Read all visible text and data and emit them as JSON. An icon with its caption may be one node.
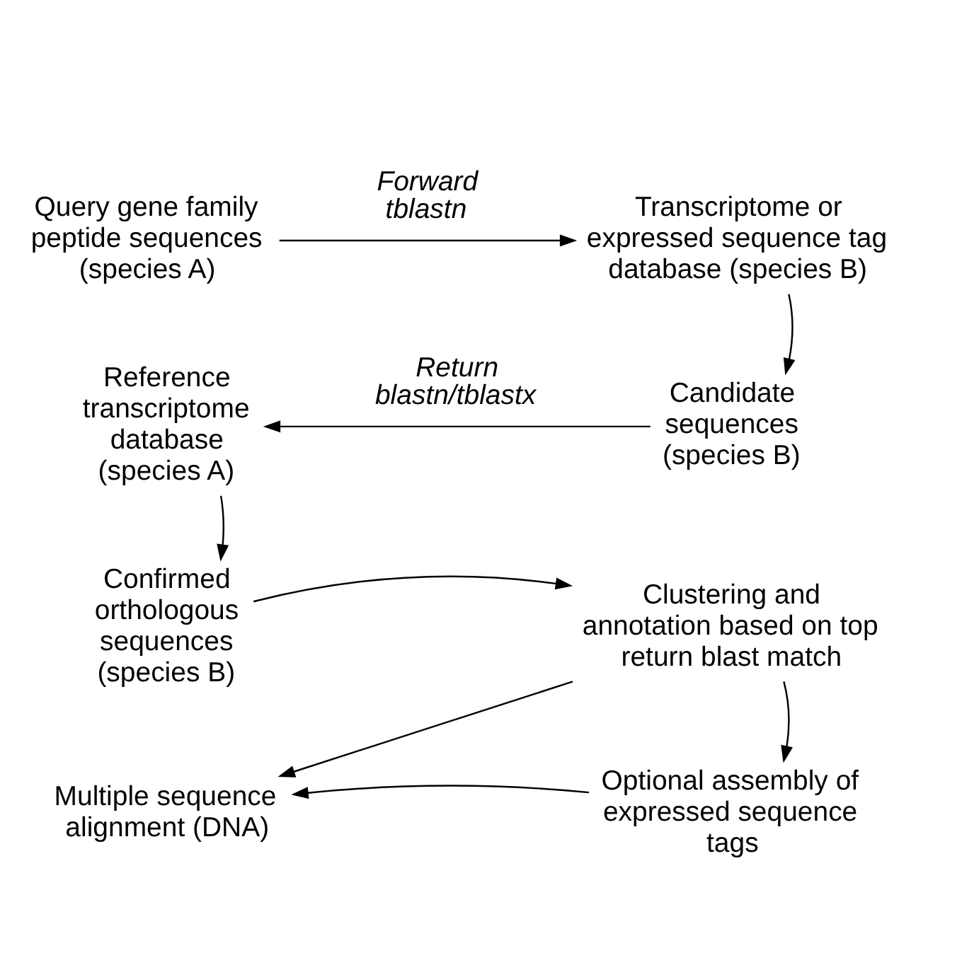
{
  "diagram": {
    "nodes": [
      {
        "text": [
          "Query gene family peptide sequences (species A)"
        ]
      },
      {
        "text": [
          "Transcriptome or expressed sequence tag database (species B)"
        ]
      },
      {
        "text": [
          "Candidate sequences (species B)"
        ]
      },
      {
        "text": [
          "Reference transcriptome database (species A)"
        ]
      },
      {
        "text": [
          "Confirmed orthologous sequences (species B)"
        ]
      },
      {
        "text": [
          "Clustering and annotation based on top return blast match"
        ]
      },
      {
        "text": [
          "Multiple sequence alignment (DNA)"
        ]
      },
      {
        "text": [
          "Optional assembly of expressed sequence tags"
        ]
      }
    ],
    "edges": [
      {
        "from": 0,
        "to": 1,
        "arrow": "to",
        "label": "Forward tblastn"
      },
      {
        "from": 1,
        "to": 2,
        "arrow": "to"
      },
      {
        "from": 2,
        "to": 3,
        "arrow": "to",
        "label": "Return blastn/tblastx"
      },
      {
        "from": 3,
        "to": 4,
        "arrow": "to"
      },
      {
        "from": 4,
        "to": 5,
        "arrow": "to"
      },
      {
        "from": 5,
        "to": 6,
        "arrow": "to"
      },
      {
        "from": 5,
        "to": 7,
        "arrow": "to"
      },
      {
        "from": 7,
        "to": 6,
        "arrow": "to"
      }
    ]
  }
}
